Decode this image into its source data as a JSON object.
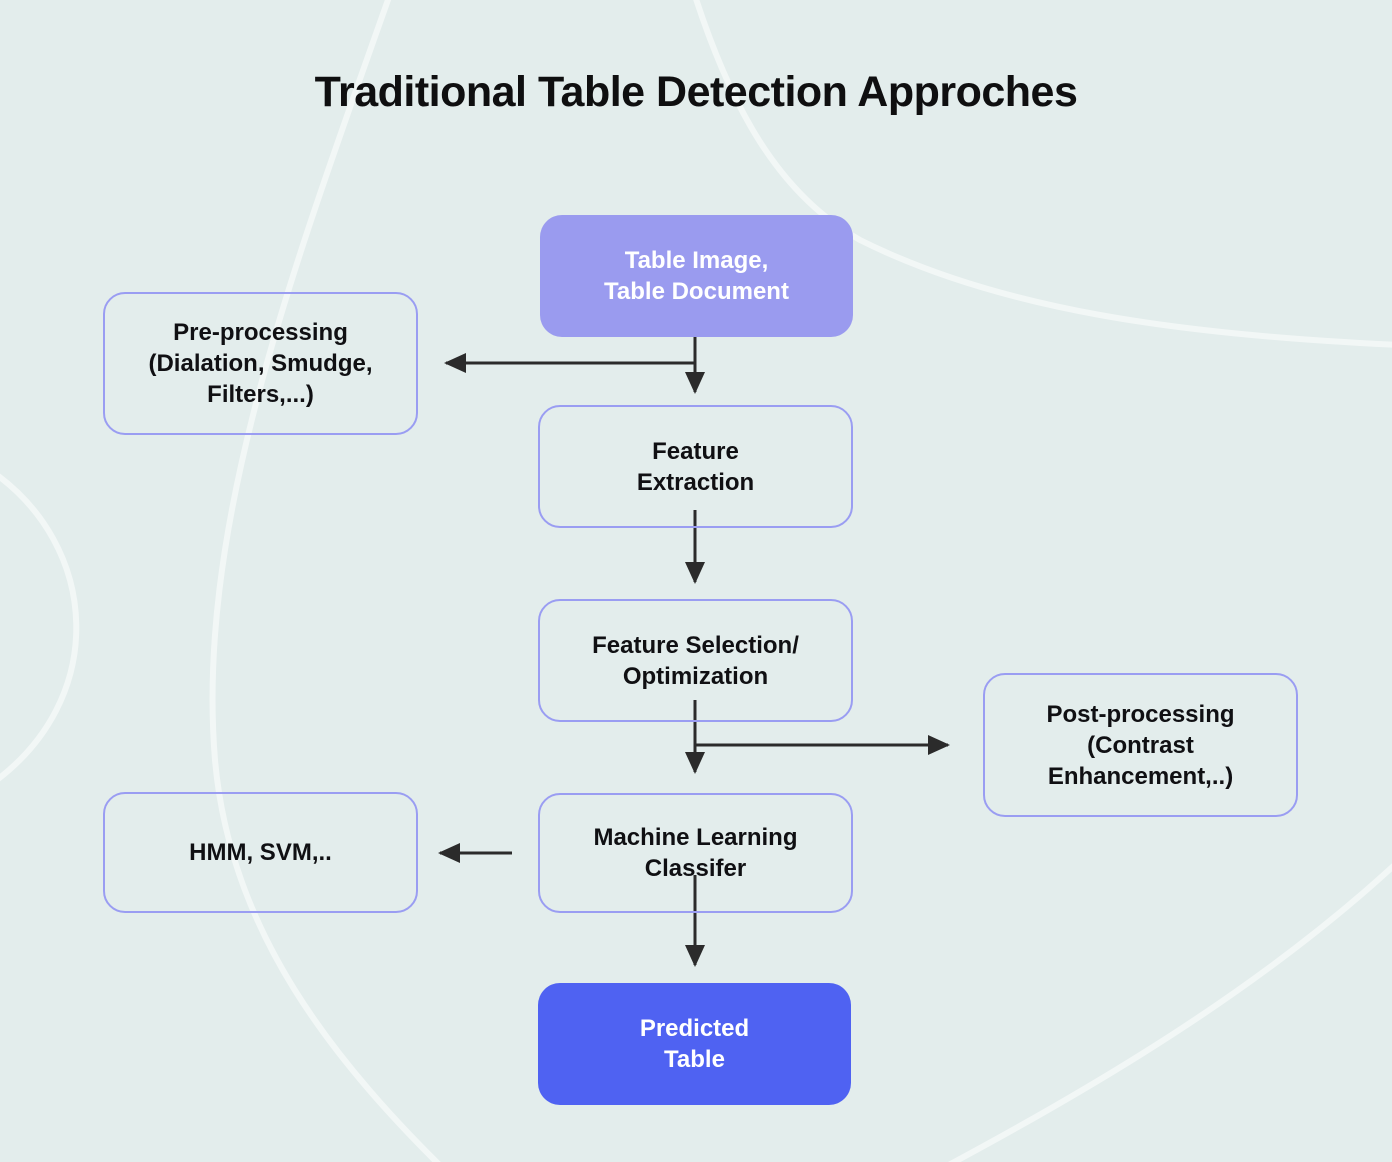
{
  "title": "Traditional Table Detection Approches",
  "colors": {
    "background": "#e3edec",
    "node_fill_light": "#9a9bef",
    "node_fill_primary": "#4f62f2",
    "node_border": "#9a9df2",
    "arrow": "#2b2b2b",
    "text_dark": "#101013",
    "text_on_fill": "#ffffff"
  },
  "diagram": {
    "nodes": {
      "input": {
        "lines": [
          "Table Image,",
          "Table Document"
        ]
      },
      "preprocessing": {
        "lines": [
          "Pre-processing",
          "(Dialation, Smudge,",
          "Filters,...)"
        ]
      },
      "feature_extraction": {
        "lines": [
          "Feature",
          "Extraction"
        ]
      },
      "feature_selection": {
        "lines": [
          "Feature Selection/",
          "Optimization"
        ]
      },
      "post_processing": {
        "lines": [
          "Post-processing",
          "(Contrast",
          "Enhancement,..)"
        ]
      },
      "ml_classifier": {
        "lines": [
          "Machine Learning",
          "Classifer"
        ]
      },
      "hmm_svm": {
        "lines": [
          "HMM, SVM,.."
        ]
      },
      "predicted_table": {
        "lines": [
          "Predicted",
          "Table"
        ]
      }
    },
    "edges": [
      {
        "from": "input",
        "to": "preprocessing"
      },
      {
        "from": "input",
        "to": "feature_extraction"
      },
      {
        "from": "feature_extraction",
        "to": "feature_selection"
      },
      {
        "from": "feature_selection",
        "to": "post_processing"
      },
      {
        "from": "feature_selection",
        "to": "ml_classifier"
      },
      {
        "from": "ml_classifier",
        "to": "hmm_svm"
      },
      {
        "from": "ml_classifier",
        "to": "predicted_table"
      }
    ]
  }
}
